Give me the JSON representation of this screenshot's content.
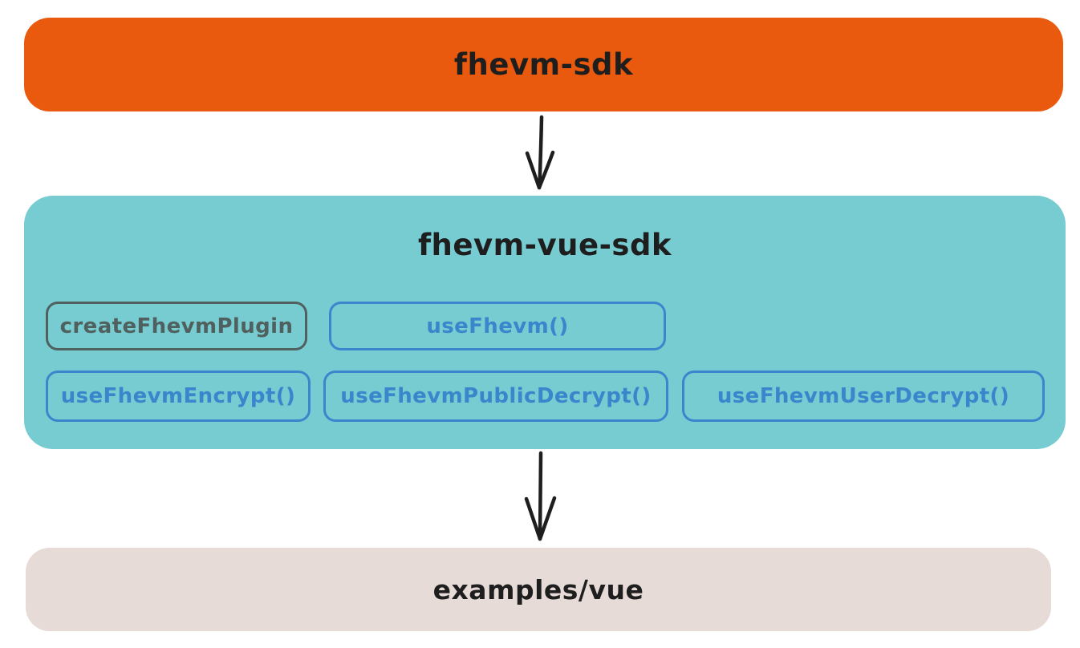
{
  "diagram": {
    "nodes": {
      "top": {
        "label": "fhevm-sdk",
        "bg_color": "#EA5A0E",
        "text_color": "#1E1E1E"
      },
      "middle": {
        "title": "fhevm-vue-sdk",
        "bg_color": "#77CCD1",
        "title_color": "#1E1E1E",
        "items": [
          {
            "label": "createFhevmPlugin",
            "variant": "gray"
          },
          {
            "label": "useFhevm()",
            "variant": "blue"
          },
          {
            "label": "useFhevmEncrypt()",
            "variant": "blue"
          },
          {
            "label": "useFhevmPublicDecrypt()",
            "variant": "blue"
          },
          {
            "label": "useFhevmUserDecrypt()",
            "variant": "blue"
          }
        ],
        "item_colors": {
          "gray": "#50605F",
          "blue": "#3A86CC"
        }
      },
      "bottom": {
        "label": "examples/vue",
        "bg_color": "#E6DBD6",
        "text_color": "#1E1E1E"
      }
    },
    "arrows": {
      "color": "#1E1E1E",
      "direction": "down",
      "count": 2,
      "style": "hand-drawn"
    }
  }
}
